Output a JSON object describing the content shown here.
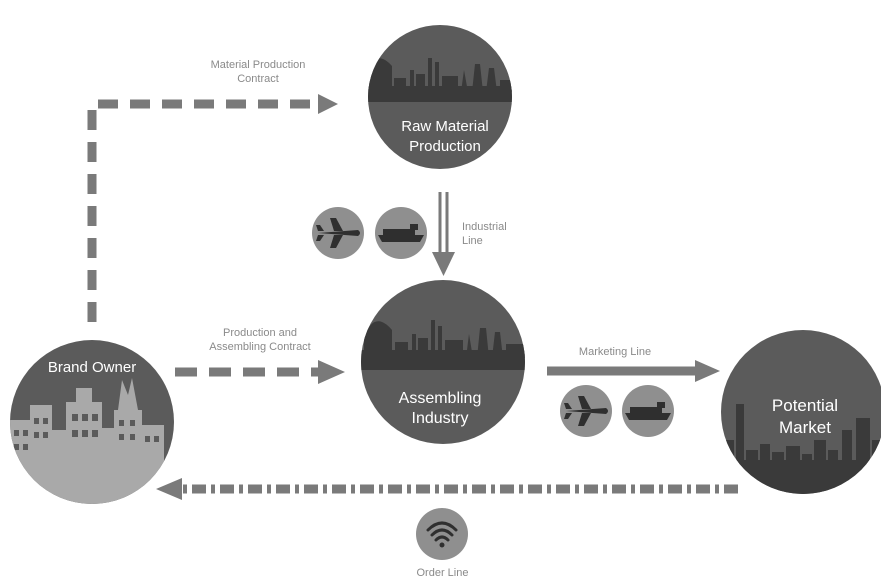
{
  "nodes": {
    "raw_material": {
      "title": "Raw Material Production"
    },
    "assembling": {
      "title": "Assembling Industry"
    },
    "brand_owner": {
      "title": "Brand Owner"
    },
    "market": {
      "title": "Potential Market"
    }
  },
  "edges": {
    "material_production_contract": "Material Production Contract",
    "industrial_line": "Industrial Line",
    "production_assembling_contract": "Production and Assembling Contract",
    "marketing_line": "Marketing Line",
    "order_line": "Order Line"
  },
  "transport_icons": [
    "airplane-icon",
    "cargo-ship-icon",
    "airplane-icon",
    "cargo-ship-icon"
  ],
  "colors": {
    "node_fill": "#5b5b5b",
    "skyline": "#3a3a3a",
    "arrow": "#7a7a7a",
    "icon_circle": "#8f8f8f",
    "label": "#8a8a8a"
  }
}
